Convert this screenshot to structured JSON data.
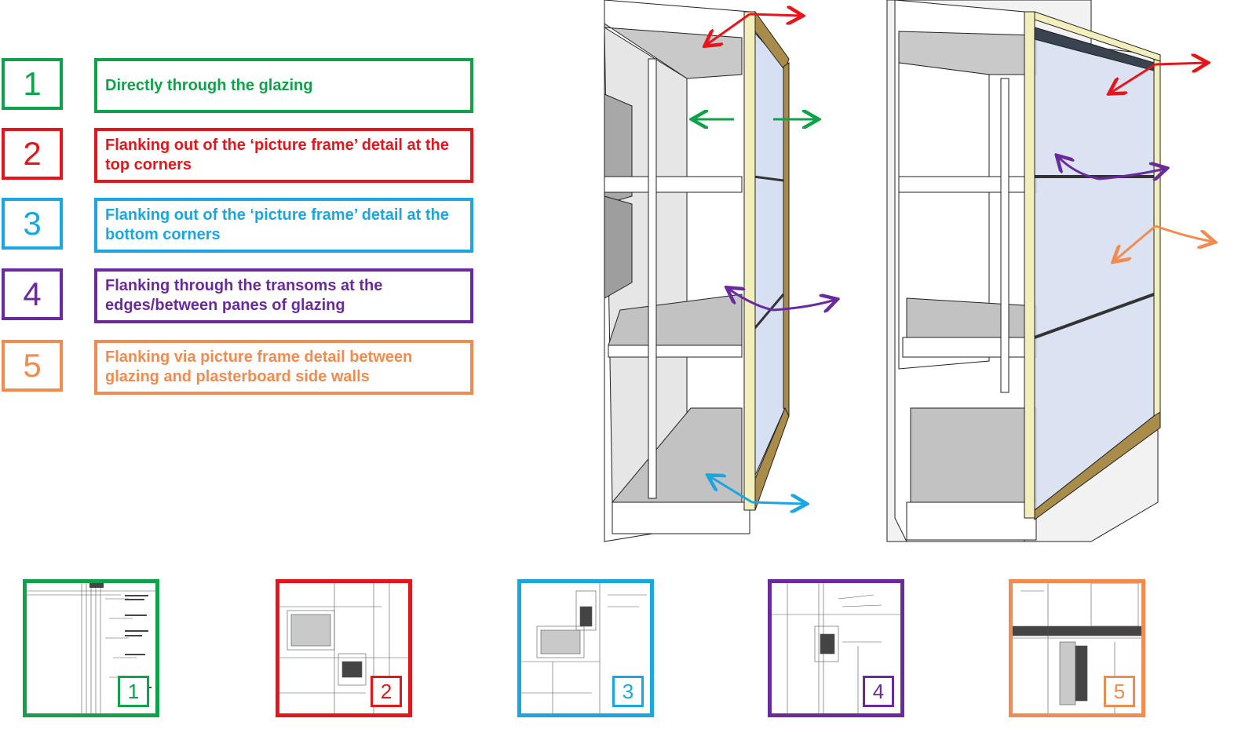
{
  "colors": {
    "green": "#10A24A",
    "red": "#E8141B",
    "blue": "#1AA6E0",
    "purple": "#6A2A9E",
    "orange": "#F28B4F",
    "glass": "#D7E0F3",
    "frame": "#F3EFBC",
    "wood": "#A98B4A"
  },
  "legend": [
    {
      "number": "1",
      "text": "Directly through the glazing",
      "color": "#10A24A"
    },
    {
      "number": "2",
      "text": "Flanking out of the ‘picture frame’ detail at the top corners",
      "color": "#E8141B"
    },
    {
      "number": "3",
      "text": "Flanking out of the ‘picture frame’ detail at the bottom corners",
      "color": "#1AA6E0"
    },
    {
      "number": "4",
      "text": "Flanking through the transoms at the edges/between panes of glazing",
      "color": "#6A2A9E"
    },
    {
      "number": "5",
      "text": "Flanking via picture frame detail between glazing and plasterboard side walls",
      "color": "#F28B4F"
    }
  ],
  "details": [
    {
      "number": "1",
      "color": "#10A24A"
    },
    {
      "number": "2",
      "color": "#E8141B"
    },
    {
      "number": "3",
      "color": "#1AA6E0"
    },
    {
      "number": "4",
      "color": "#6A2A9E"
    },
    {
      "number": "5",
      "color": "#F28B4F"
    }
  ]
}
